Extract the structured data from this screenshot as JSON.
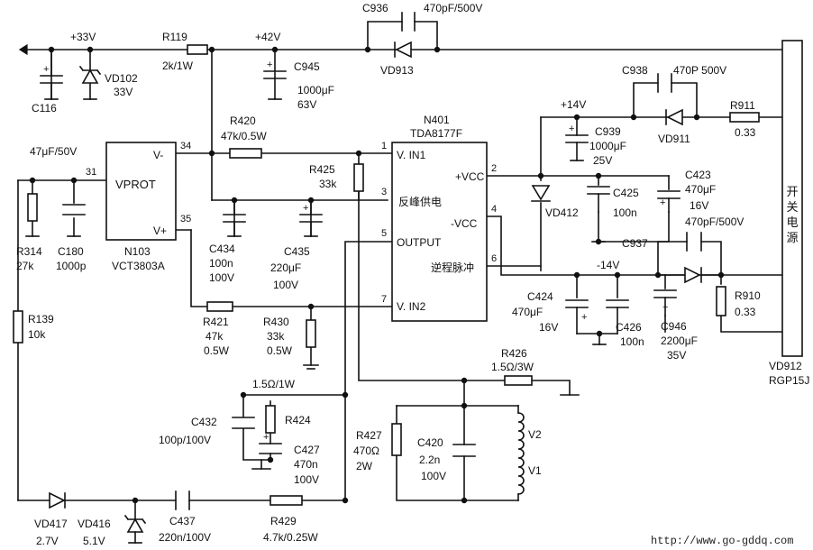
{
  "rails": {
    "v33": "+33V",
    "v42": "+42V",
    "v14p": "+14V",
    "v14n": "-14V"
  },
  "ic": {
    "ref": "N401",
    "part": "TDA8177F",
    "pins": {
      "p1": "1",
      "p3": "3",
      "p5": "5",
      "p7": "7",
      "p2": "2",
      "p4": "4",
      "p6": "6"
    },
    "labels": {
      "vin1": "V. IN1",
      "flyback": "反峰供电",
      "output": "OUTPUT",
      "vin2": "V. IN2",
      "vcc_pos": "+VCC",
      "vcc_neg": "-VCC",
      "retrace": "逆程脉冲"
    }
  },
  "vprot": {
    "ref": "N103",
    "part": "VCT3803A",
    "name": "VPROT",
    "vminus": "V-",
    "vplus": "V+",
    "pin31": "31",
    "pin34": "34",
    "pin35": "35",
    "cap_note": "47μF/50V"
  },
  "parts": {
    "c936": {
      "ref": "C936",
      "val": "470pF/500V"
    },
    "c116": {
      "ref": "C116"
    },
    "vd102": {
      "ref": "VD102",
      "val": "33V"
    },
    "r119": {
      "ref": "R119",
      "val": "2k/1W"
    },
    "c945": {
      "ref": "C945",
      "val1": "1000μF",
      "val2": "63V"
    },
    "vd913": {
      "ref": "VD913"
    },
    "c938": {
      "ref": "C938",
      "val": "470P 500V"
    },
    "vd911": {
      "ref": "VD911"
    },
    "r911": {
      "ref": "R911",
      "val": "0.33"
    },
    "r420": {
      "ref": "R420",
      "val": "47k/0.5W"
    },
    "r425": {
      "ref": "R425",
      "val": "33k"
    },
    "c939": {
      "ref": "C939",
      "val1": "1000μF",
      "val2": "25V"
    },
    "c423": {
      "ref": "C423",
      "val1": "470μF",
      "val2": "16V"
    },
    "c425": {
      "ref": "C425",
      "val": "100n"
    },
    "vd412": {
      "ref": "VD412"
    },
    "c937": {
      "ref": "C937",
      "val": "470pF/500V"
    },
    "r314": {
      "ref": "R314",
      "val": "27k"
    },
    "c180": {
      "ref": "C180",
      "val": "1000p"
    },
    "c434": {
      "ref": "C434",
      "val1": "100n",
      "val2": "100V"
    },
    "c435": {
      "ref": "C435",
      "val1": "220μF",
      "val2": "100V"
    },
    "r421": {
      "ref": "R421",
      "val1": "47k",
      "val2": "0.5W"
    },
    "r430": {
      "ref": "R430",
      "val1": "33k",
      "val2": "0.5W"
    },
    "c424": {
      "ref": "C424",
      "val1": "470μF",
      "val2": "16V"
    },
    "c426": {
      "ref": "C426",
      "val": "100n"
    },
    "c946": {
      "ref": "C946",
      "val1": "2200μF",
      "val2": "35V"
    },
    "r910": {
      "ref": "R910",
      "val": "0.33"
    },
    "vd912": {
      "ref": "VD912",
      "val": "RGP15J"
    },
    "r139": {
      "ref": "R139",
      "val": "10k"
    },
    "r426": {
      "ref": "R426",
      "val": "1.5Ω/3W"
    },
    "r_1p5": {
      "val": "1.5Ω/1W"
    },
    "c432": {
      "ref": "C432",
      "val": "100p/100V"
    },
    "r424": {
      "ref": "R424"
    },
    "c427": {
      "ref": "C427",
      "val1": "470n",
      "val2": "100V"
    },
    "r427": {
      "ref": "R427",
      "val1": "470Ω",
      "val2": "2W"
    },
    "c420": {
      "ref": "C420",
      "val1": "2.2n",
      "val2": "100V"
    },
    "v2": {
      "ref": "V2"
    },
    "v1": {
      "ref": "V1"
    },
    "vd417": {
      "ref": "VD417",
      "val": "2.7V"
    },
    "vd416": {
      "ref": "VD416",
      "val": "5.1V"
    },
    "c437": {
      "ref": "C437",
      "val": "220n/100V"
    },
    "r429": {
      "ref": "R429",
      "val": "4.7k/0.25W"
    }
  },
  "psu": {
    "label": "开关电源"
  },
  "watermark": "http://www.go-gddq.com"
}
